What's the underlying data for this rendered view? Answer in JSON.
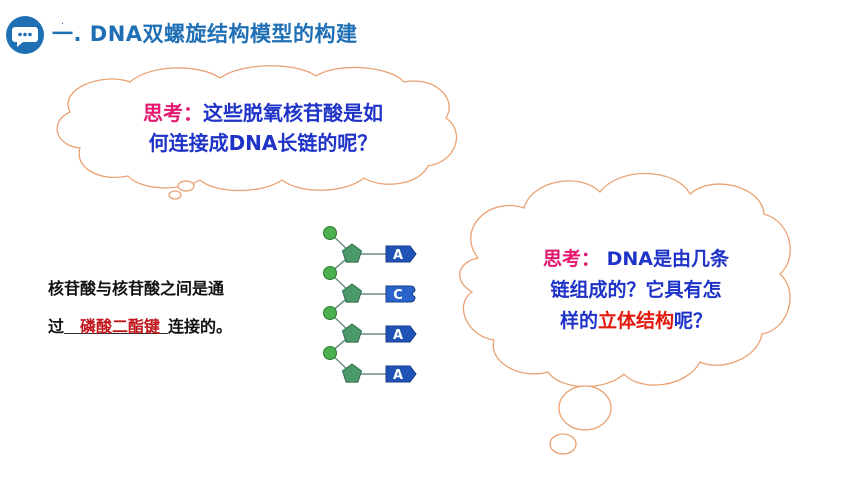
{
  "slide": {
    "title": "一. DNA双螺旋结构模型的构建",
    "title_dot": ".",
    "thinking1": {
      "prefix": "思考：",
      "line1_rest": "这些脱氧核苷酸是如",
      "line2": "何连接成DNA长链的呢？"
    },
    "fact": {
      "line1": "核苷酸与核苷酸之间是通",
      "line2_pre": "过",
      "blank": "磷酸二酯键",
      "line2_post": "连接的。"
    },
    "thinking2": {
      "prefix": "思考：",
      "line1_rest": " DNA是由几条",
      "line2": "链组成的？它具有怎",
      "line3_pre": "样的",
      "highlight": "立体结构",
      "line3_post": "呢？"
    },
    "nucleotide_bases": [
      "A",
      "C",
      "A",
      "A"
    ],
    "colors": {
      "title": "#1f6fb5",
      "question_text": "#1f33c8",
      "prefix": "#e3186f",
      "highlight": "#e3190f",
      "answer": "#c0161c",
      "phosphate": "#4caf50",
      "sugar": "#4a9a6a",
      "base_fill": "#2153b6",
      "cloud_outline": "#e9a273"
    }
  }
}
